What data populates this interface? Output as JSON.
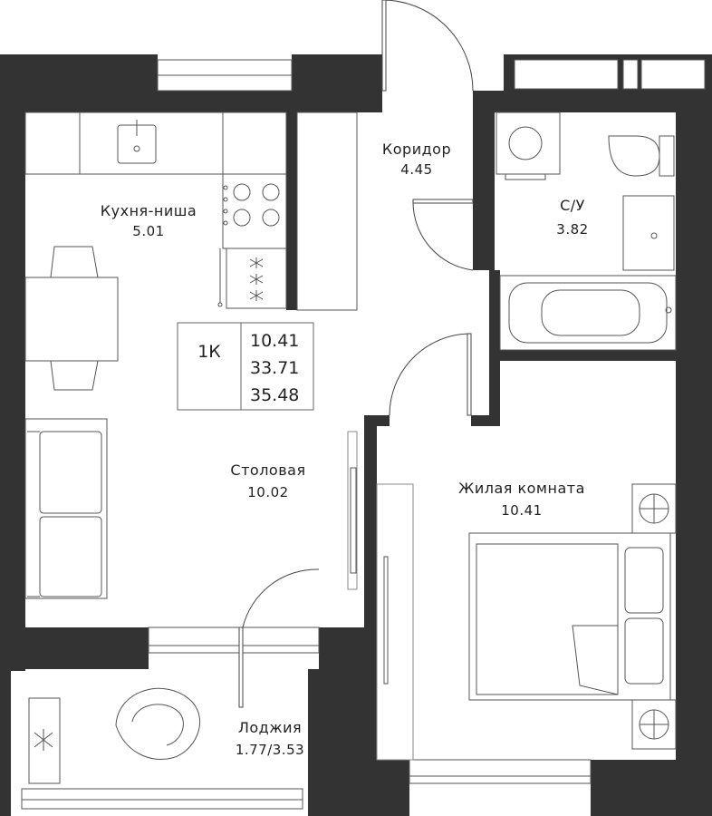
{
  "rooms": {
    "kitchen": {
      "name": "Кухня-ниша",
      "area": "5.01"
    },
    "corridor": {
      "name": "Коридор",
      "area": "4.45"
    },
    "bathroom": {
      "name": "С/У",
      "area": "3.82"
    },
    "dining": {
      "name": "Столовая",
      "area": "10.02"
    },
    "living": {
      "name": "Жилая комната",
      "area": "10.41"
    },
    "loggia": {
      "name": "Лоджия",
      "area": "1.77/3.53"
    }
  },
  "summary": {
    "type": "1К",
    "living_area": "10.41",
    "total_area": "33.71",
    "total_with_loggia": "35.48"
  },
  "colors": {
    "wall": "#333333",
    "background": "#ffffff"
  }
}
